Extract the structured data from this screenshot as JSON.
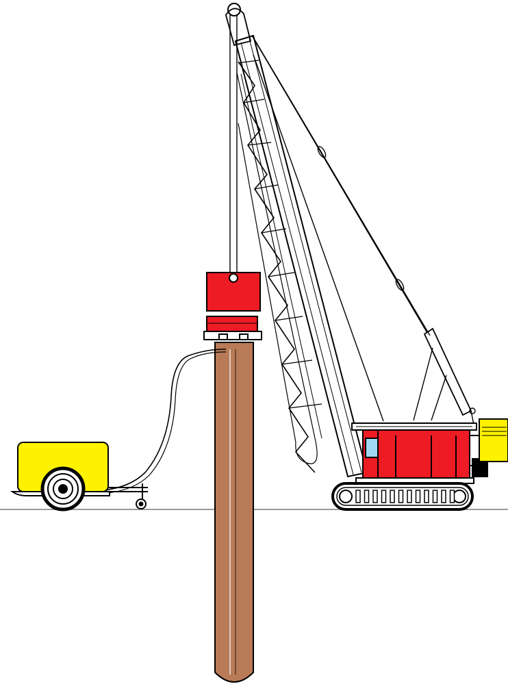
{
  "diagram": {
    "colors": {
      "background": "#ffffff",
      "outline": "#000000",
      "ground": "#9a9a9a",
      "hammer": "#ed1c24",
      "pile": "#b97a57",
      "compressor": "#fff200",
      "crane_body": "#ed1c24",
      "cab_window": "#9dd9f3",
      "counterweight": "#fff200",
      "track": "#ffffff"
    },
    "components": [
      {
        "id": "compressor",
        "icon": "air-compressor-trailer-icon"
      },
      {
        "id": "air_hose",
        "icon": "hose-icon"
      },
      {
        "id": "pile",
        "icon": "pile-icon"
      },
      {
        "id": "hammer",
        "icon": "pile-hammer-icon"
      },
      {
        "id": "boom",
        "icon": "lattice-boom-icon"
      },
      {
        "id": "crane",
        "icon": "crawler-crane-icon"
      },
      {
        "id": "ground",
        "icon": "ground-line-icon"
      }
    ]
  }
}
